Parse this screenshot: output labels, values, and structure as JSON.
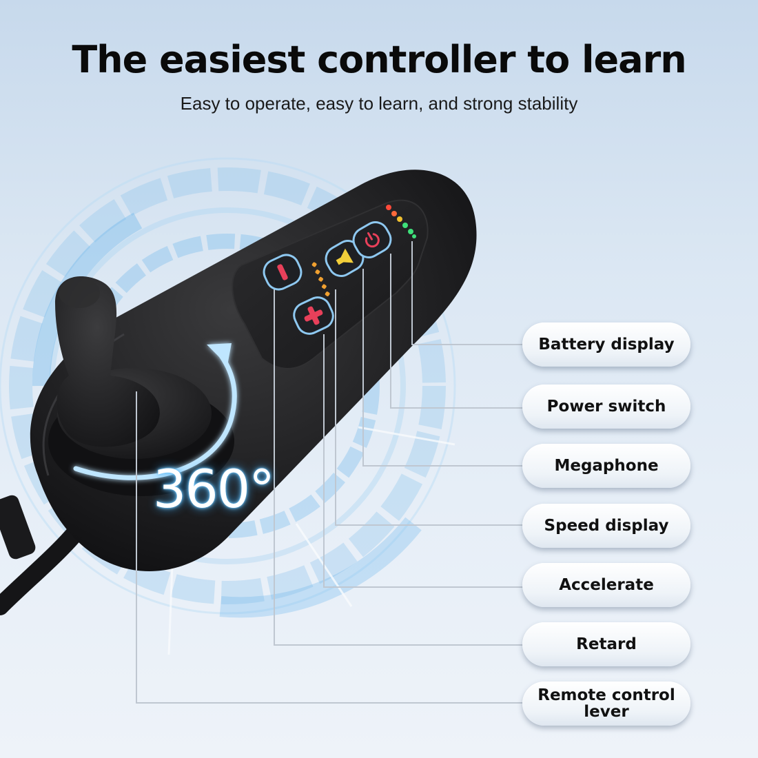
{
  "headline": "The easiest controller to learn",
  "subheadline": "Easy to operate, easy to learn, and strong stability",
  "rotation_badge": "360°",
  "callouts": [
    "Battery display",
    "Power switch",
    "Megaphone",
    "Speed display",
    "Accelerate",
    "Retard",
    "Remote control lever"
  ],
  "colors": {
    "glow_blue": "#3aa0e8",
    "controller_body": "#1c1c1e",
    "button_outline": "#8ec8f0",
    "minus_plus_red": "#e8405a",
    "speed_orange": "#f0a030",
    "horn_yellow": "#f2cf3a",
    "battery_red": "#ff4a3a",
    "battery_green": "#3ee07a"
  },
  "icons": [
    "minus-icon",
    "plus-icon",
    "horn-icon",
    "power-icon"
  ]
}
